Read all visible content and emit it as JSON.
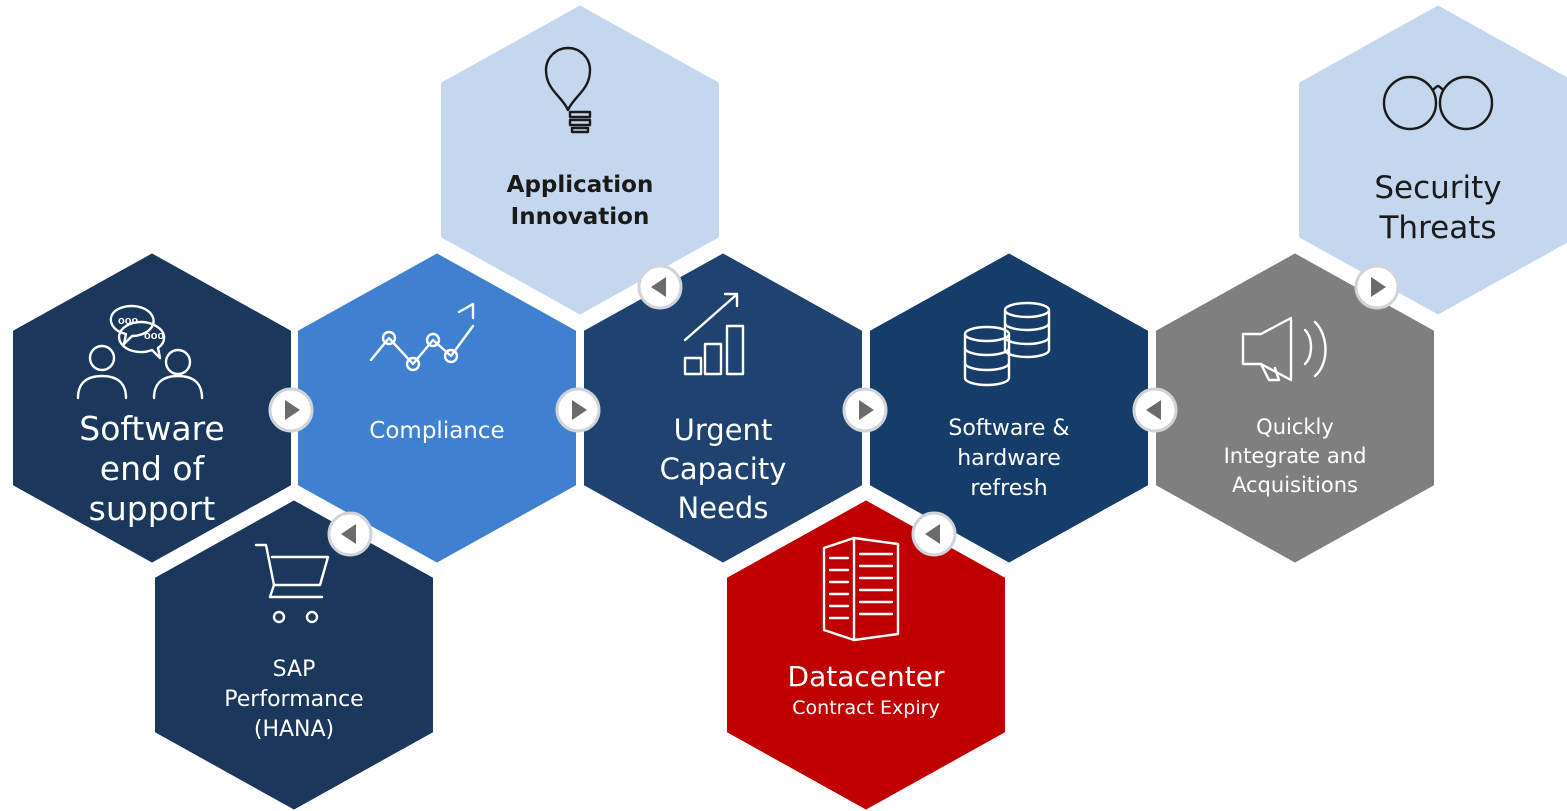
{
  "colors": {
    "navy": "#1b375b",
    "navy_mid": "#1f4270",
    "navy_dark": "#163c6a",
    "blue_bright": "#4080d0",
    "light_blue": "#c4d7ee",
    "gray": "#7f7f7f",
    "red": "#c00000",
    "connector_arrow": "#6b6b6b",
    "connector_ring": "#d0d4da",
    "white": "#ffffff",
    "dark_text": "#1a1a1a"
  },
  "hexagons": [
    {
      "id": "software-end-of-support",
      "icon": "conversation-people-icon",
      "lines": [
        "Software",
        "end of",
        "support"
      ]
    },
    {
      "id": "sap-performance",
      "icon": "shopping-cart-icon",
      "lines": [
        "SAP",
        "Performance",
        "(HANA)"
      ]
    },
    {
      "id": "compliance",
      "icon": "trend-line-icon",
      "lines": [
        "Compliance"
      ]
    },
    {
      "id": "application-innovation",
      "icon": "lightbulb-icon",
      "lines": [
        "Application",
        "Innovation"
      ]
    },
    {
      "id": "urgent-capacity-needs",
      "icon": "growth-bar-chart-icon",
      "lines": [
        "Urgent",
        "Capacity",
        "Needs"
      ]
    },
    {
      "id": "datacenter-contract-expiry",
      "icon": "datacenter-building-icon",
      "lines": [
        "Datacenter",
        "Contract Expiry"
      ]
    },
    {
      "id": "software-hardware-refresh",
      "icon": "database-stack-icon",
      "lines": [
        "Software &",
        "hardware",
        "refresh"
      ]
    },
    {
      "id": "quickly-integrate-acquisitions",
      "icon": "megaphone-icon",
      "lines": [
        "Quickly",
        "Integrate and",
        "Acquisitions"
      ]
    },
    {
      "id": "security-threats",
      "icon": "glasses-icon",
      "lines": [
        "Security",
        "Threats"
      ]
    }
  ],
  "connectors": [
    {
      "id": "connector-1",
      "direction": "right"
    },
    {
      "id": "connector-2",
      "direction": "left"
    },
    {
      "id": "connector-3",
      "direction": "right"
    },
    {
      "id": "connector-4",
      "direction": "left"
    },
    {
      "id": "connector-5",
      "direction": "right"
    },
    {
      "id": "connector-6",
      "direction": "left"
    },
    {
      "id": "connector-7",
      "direction": "left"
    },
    {
      "id": "connector-8",
      "direction": "right"
    }
  ]
}
